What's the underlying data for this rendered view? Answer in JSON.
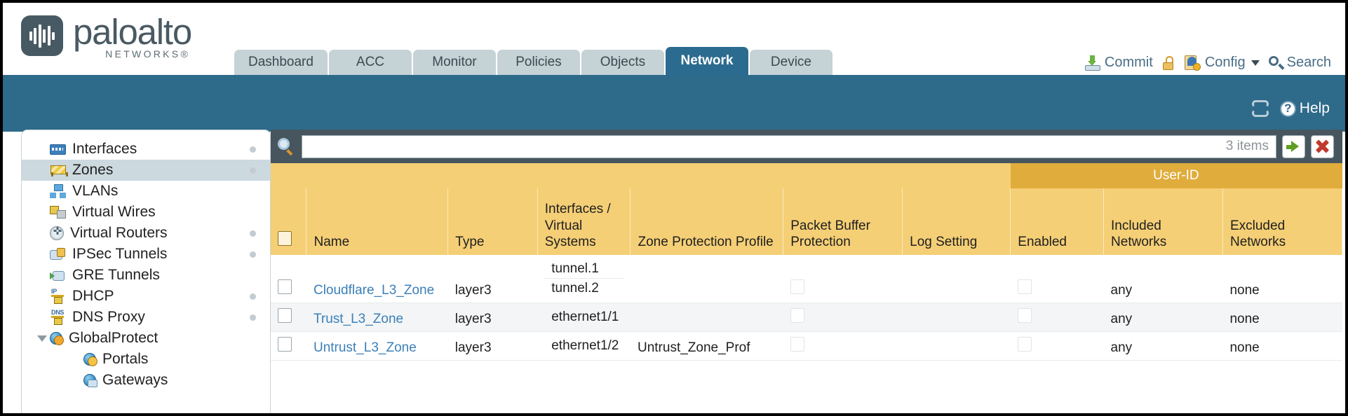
{
  "brand": {
    "name": "paloalto",
    "sub": "NETWORKS®"
  },
  "nav": {
    "tabs": [
      {
        "label": "Dashboard",
        "active": false
      },
      {
        "label": "ACC",
        "active": false
      },
      {
        "label": "Monitor",
        "active": false
      },
      {
        "label": "Policies",
        "active": false
      },
      {
        "label": "Objects",
        "active": false
      },
      {
        "label": "Network",
        "active": true
      },
      {
        "label": "Device",
        "active": false
      }
    ]
  },
  "top_actions": {
    "commit": "Commit",
    "commit_icon": "commit-download-icon",
    "lock_icon": "padlock-icon",
    "config": "Config",
    "config_icon": "config-wrench-icon",
    "config_caret": "chevron-down-icon",
    "search": "Search",
    "search_icon": "search-icon"
  },
  "band": {
    "refresh_icon": "refresh-icon",
    "help": "Help",
    "help_icon": "help-circle-icon"
  },
  "sidebar": {
    "items": [
      {
        "label": "Interfaces",
        "icon": "interfaces-icon",
        "glyph": "g-interfaces",
        "selected": false,
        "dot": true,
        "level": 0,
        "expander": false
      },
      {
        "label": "Zones",
        "icon": "zones-icon",
        "glyph": "g-zones",
        "selected": true,
        "dot": true,
        "level": 0,
        "expander": false
      },
      {
        "label": "VLANs",
        "icon": "vlans-icon",
        "glyph": "g-vlans",
        "selected": false,
        "dot": false,
        "level": 0,
        "expander": false
      },
      {
        "label": "Virtual Wires",
        "icon": "virtual-wires-icon",
        "glyph": "g-vwires",
        "selected": false,
        "dot": false,
        "level": 0,
        "expander": false
      },
      {
        "label": "Virtual Routers",
        "icon": "virtual-routers-icon",
        "glyph": "g-vrouters",
        "selected": false,
        "dot": true,
        "level": 0,
        "expander": false
      },
      {
        "label": "IPSec Tunnels",
        "icon": "ipsec-tunnels-icon",
        "glyph": "g-ipsec",
        "selected": false,
        "dot": true,
        "level": 0,
        "expander": false
      },
      {
        "label": "GRE Tunnels",
        "icon": "gre-tunnels-icon",
        "glyph": "g-gre",
        "selected": false,
        "dot": false,
        "level": 0,
        "expander": false
      },
      {
        "label": "DHCP",
        "icon": "dhcp-icon",
        "glyph": "g-dhcp",
        "selected": false,
        "dot": true,
        "level": 0,
        "expander": false,
        "tag": "IP"
      },
      {
        "label": "DNS Proxy",
        "icon": "dns-proxy-icon",
        "glyph": "g-dns",
        "selected": false,
        "dot": true,
        "level": 0,
        "expander": false,
        "tag": "DNS"
      },
      {
        "label": "GlobalProtect",
        "icon": "globalprotect-icon",
        "glyph": "g-globe",
        "selected": false,
        "dot": false,
        "level": 0,
        "expander": true
      },
      {
        "label": "Portals",
        "icon": "portals-icon",
        "glyph": "g-globe portal",
        "selected": false,
        "dot": false,
        "level": 1,
        "expander": false
      },
      {
        "label": "Gateways",
        "icon": "gateways-icon",
        "glyph": "g-globe gw",
        "selected": false,
        "dot": false,
        "level": 1,
        "expander": false
      }
    ]
  },
  "filter": {
    "icon": "search-icon",
    "value": "",
    "placeholder": "",
    "item_count": "3 items",
    "apply_icon": "green-arrow-icon",
    "clear_icon": "red-x-icon"
  },
  "table": {
    "group_header": "User-ID",
    "columns": [
      "Name",
      "Type",
      "Interfaces / Virtual Systems",
      "Zone Protection Profile",
      "Packet Buffer Protection",
      "Log Setting",
      "Enabled",
      "Included Networks",
      "Excluded Networks"
    ],
    "select_all_checkbox": "unchecked",
    "rows": [
      {
        "selected": false,
        "name": "Cloudflare_L3_Zone",
        "type": "layer3",
        "interfaces": [
          "tunnel.1",
          "tunnel.2"
        ],
        "zone_protection_profile": "",
        "packet_buffer_protection": "unchecked",
        "log_setting": "",
        "userid_enabled": "unchecked",
        "included_networks": "any",
        "excluded_networks": "none",
        "alt": false
      },
      {
        "selected": false,
        "name": "Trust_L3_Zone",
        "type": "layer3",
        "interfaces": [
          "ethernet1/1"
        ],
        "zone_protection_profile": "",
        "packet_buffer_protection": "unchecked",
        "log_setting": "",
        "userid_enabled": "unchecked",
        "included_networks": "any",
        "excluded_networks": "none",
        "alt": true
      },
      {
        "selected": false,
        "name": "Untrust_L3_Zone",
        "type": "layer3",
        "interfaces": [
          "ethernet1/2"
        ],
        "zone_protection_profile": "Untrust_Zone_Prof",
        "packet_buffer_protection": "unchecked",
        "log_setting": "",
        "userid_enabled": "unchecked",
        "included_networks": "any",
        "excluded_networks": "none",
        "alt": false
      }
    ]
  },
  "colors": {
    "brand_blue": "#2e6a8a",
    "tab_inactive": "#c5d2d6",
    "table_header": "#f5cf76",
    "group_header": "#e0ac3c",
    "link": "#3b7fb8",
    "filter_bar": "#47565e"
  }
}
